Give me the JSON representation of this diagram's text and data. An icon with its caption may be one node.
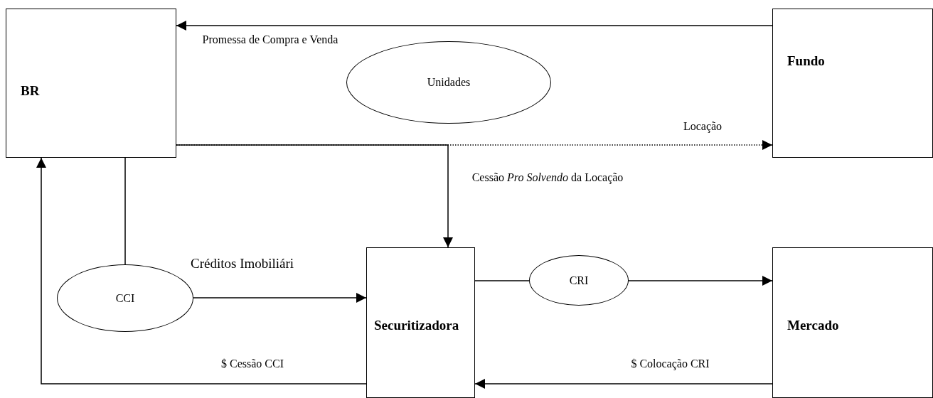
{
  "diagram": {
    "nodes": [
      {
        "text": [
          "BR"
        ]
      },
      {
        "text": [
          "Fundo"
        ]
      },
      {
        "text": [
          "Unidades"
        ]
      },
      {
        "text": [
          "CCI"
        ]
      },
      {
        "text": [
          "Securitizadora"
        ]
      },
      {
        "text": [
          "CRI"
        ]
      },
      {
        "text": [
          "Mercado"
        ]
      }
    ],
    "edges": [
      {
        "from": 1,
        "to": 0,
        "arrow": "to",
        "label": "Promessa de Compra e Venda"
      },
      {
        "from": 0,
        "to": 1,
        "arrow": "to",
        "label": "Locação",
        "style": "dashed"
      },
      {
        "from": 0,
        "to": 4,
        "arrow": "to",
        "label": "Cessão *Pro Solvendo* da Locação"
      },
      {
        "from": 3,
        "to": 0,
        "arrow": "none"
      },
      {
        "from": 3,
        "to": 4,
        "arrow": "to",
        "label": "Créditos Imobiliári"
      },
      {
        "from": 4,
        "to": 0,
        "arrow": "to",
        "label": "$ Cessão CCI"
      },
      {
        "from": 4,
        "to": 5,
        "arrow": "none"
      },
      {
        "from": 5,
        "to": 6,
        "arrow": "to"
      },
      {
        "from": 6,
        "to": 4,
        "arrow": "to",
        "label": "$ Colocação CRI"
      }
    ]
  }
}
